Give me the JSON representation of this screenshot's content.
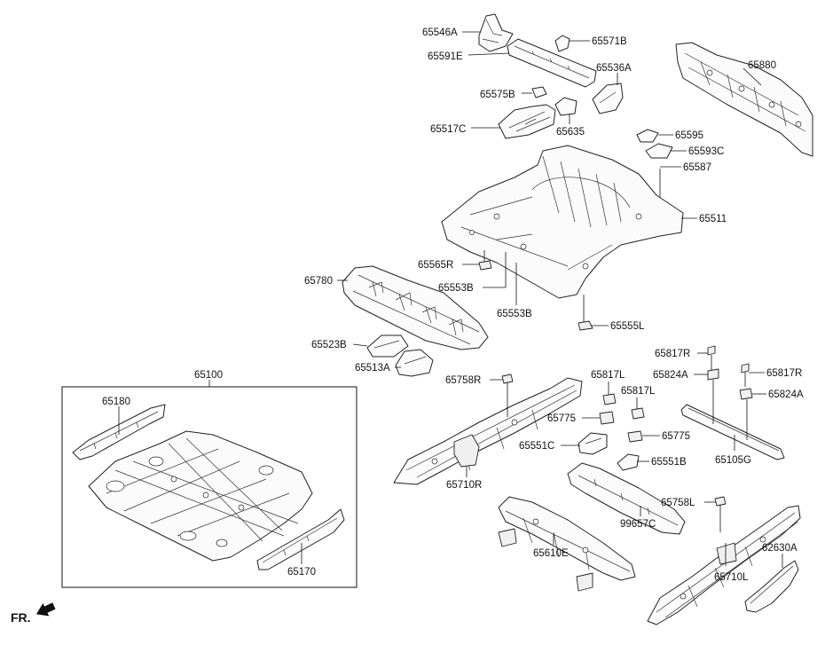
{
  "direction_label": "FR.",
  "labels": {
    "65546A": "65546A",
    "65571B": "65571B",
    "65591E": "65591E",
    "65536A": "65536A",
    "65880": "65880",
    "65575B": "65575B",
    "65517C": "65517C",
    "65635": "65635",
    "65595": "65595",
    "65593C": "65593C",
    "65587": "65587",
    "65511": "65511",
    "65565R": "65565R",
    "65780": "65780",
    "65553B_a": "65553B",
    "65553B_b": "65553B",
    "65555L": "65555L",
    "65523B": "65523B",
    "65513A": "65513A",
    "65817R_a": "65817R",
    "65824A_a": "65824A",
    "65817R_b": "65817R",
    "65824A_b": "65824A",
    "65100": "65100",
    "65180": "65180",
    "65170": "65170",
    "65758R": "65758R",
    "65817L_a": "65817L",
    "65817L_b": "65817L",
    "65775_a": "65775",
    "65775_b": "65775",
    "65551C": "65551C",
    "65551B": "65551B",
    "65710R": "65710R",
    "65105G": "65105G",
    "99657C": "99657C",
    "65758L": "65758L",
    "65610E": "65610E",
    "65710L": "65710L",
    "62630A": "62630A"
  }
}
